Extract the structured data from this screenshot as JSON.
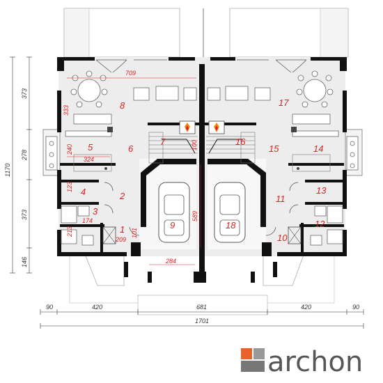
{
  "rooms": [
    "1",
    "2",
    "3",
    "4",
    "5",
    "6",
    "7",
    "8",
    "9",
    "10",
    "11",
    "12",
    "13",
    "14",
    "15",
    "16",
    "17",
    "18"
  ],
  "dims": {
    "d709": "709",
    "d333": "333",
    "d240": "240",
    "d324": "324",
    "d123": "123",
    "d174": "174",
    "d213": "213",
    "d209": "209",
    "d101": "101",
    "d100": "100",
    "d589": "589",
    "d284": "284"
  },
  "vertical_dims": [
    "373",
    "278",
    "373",
    "146"
  ],
  "vertical_total": "1170",
  "horizontal_dims": [
    "90",
    "420",
    "681",
    "420",
    "90"
  ],
  "horizontal_total": "1701",
  "logo": {
    "brand": "archon",
    "brand_color": "#e8632b",
    "text_color": "#565656"
  },
  "colors": {
    "label": "#e41e1e",
    "wall": "#111111",
    "floor": "#ededed"
  }
}
